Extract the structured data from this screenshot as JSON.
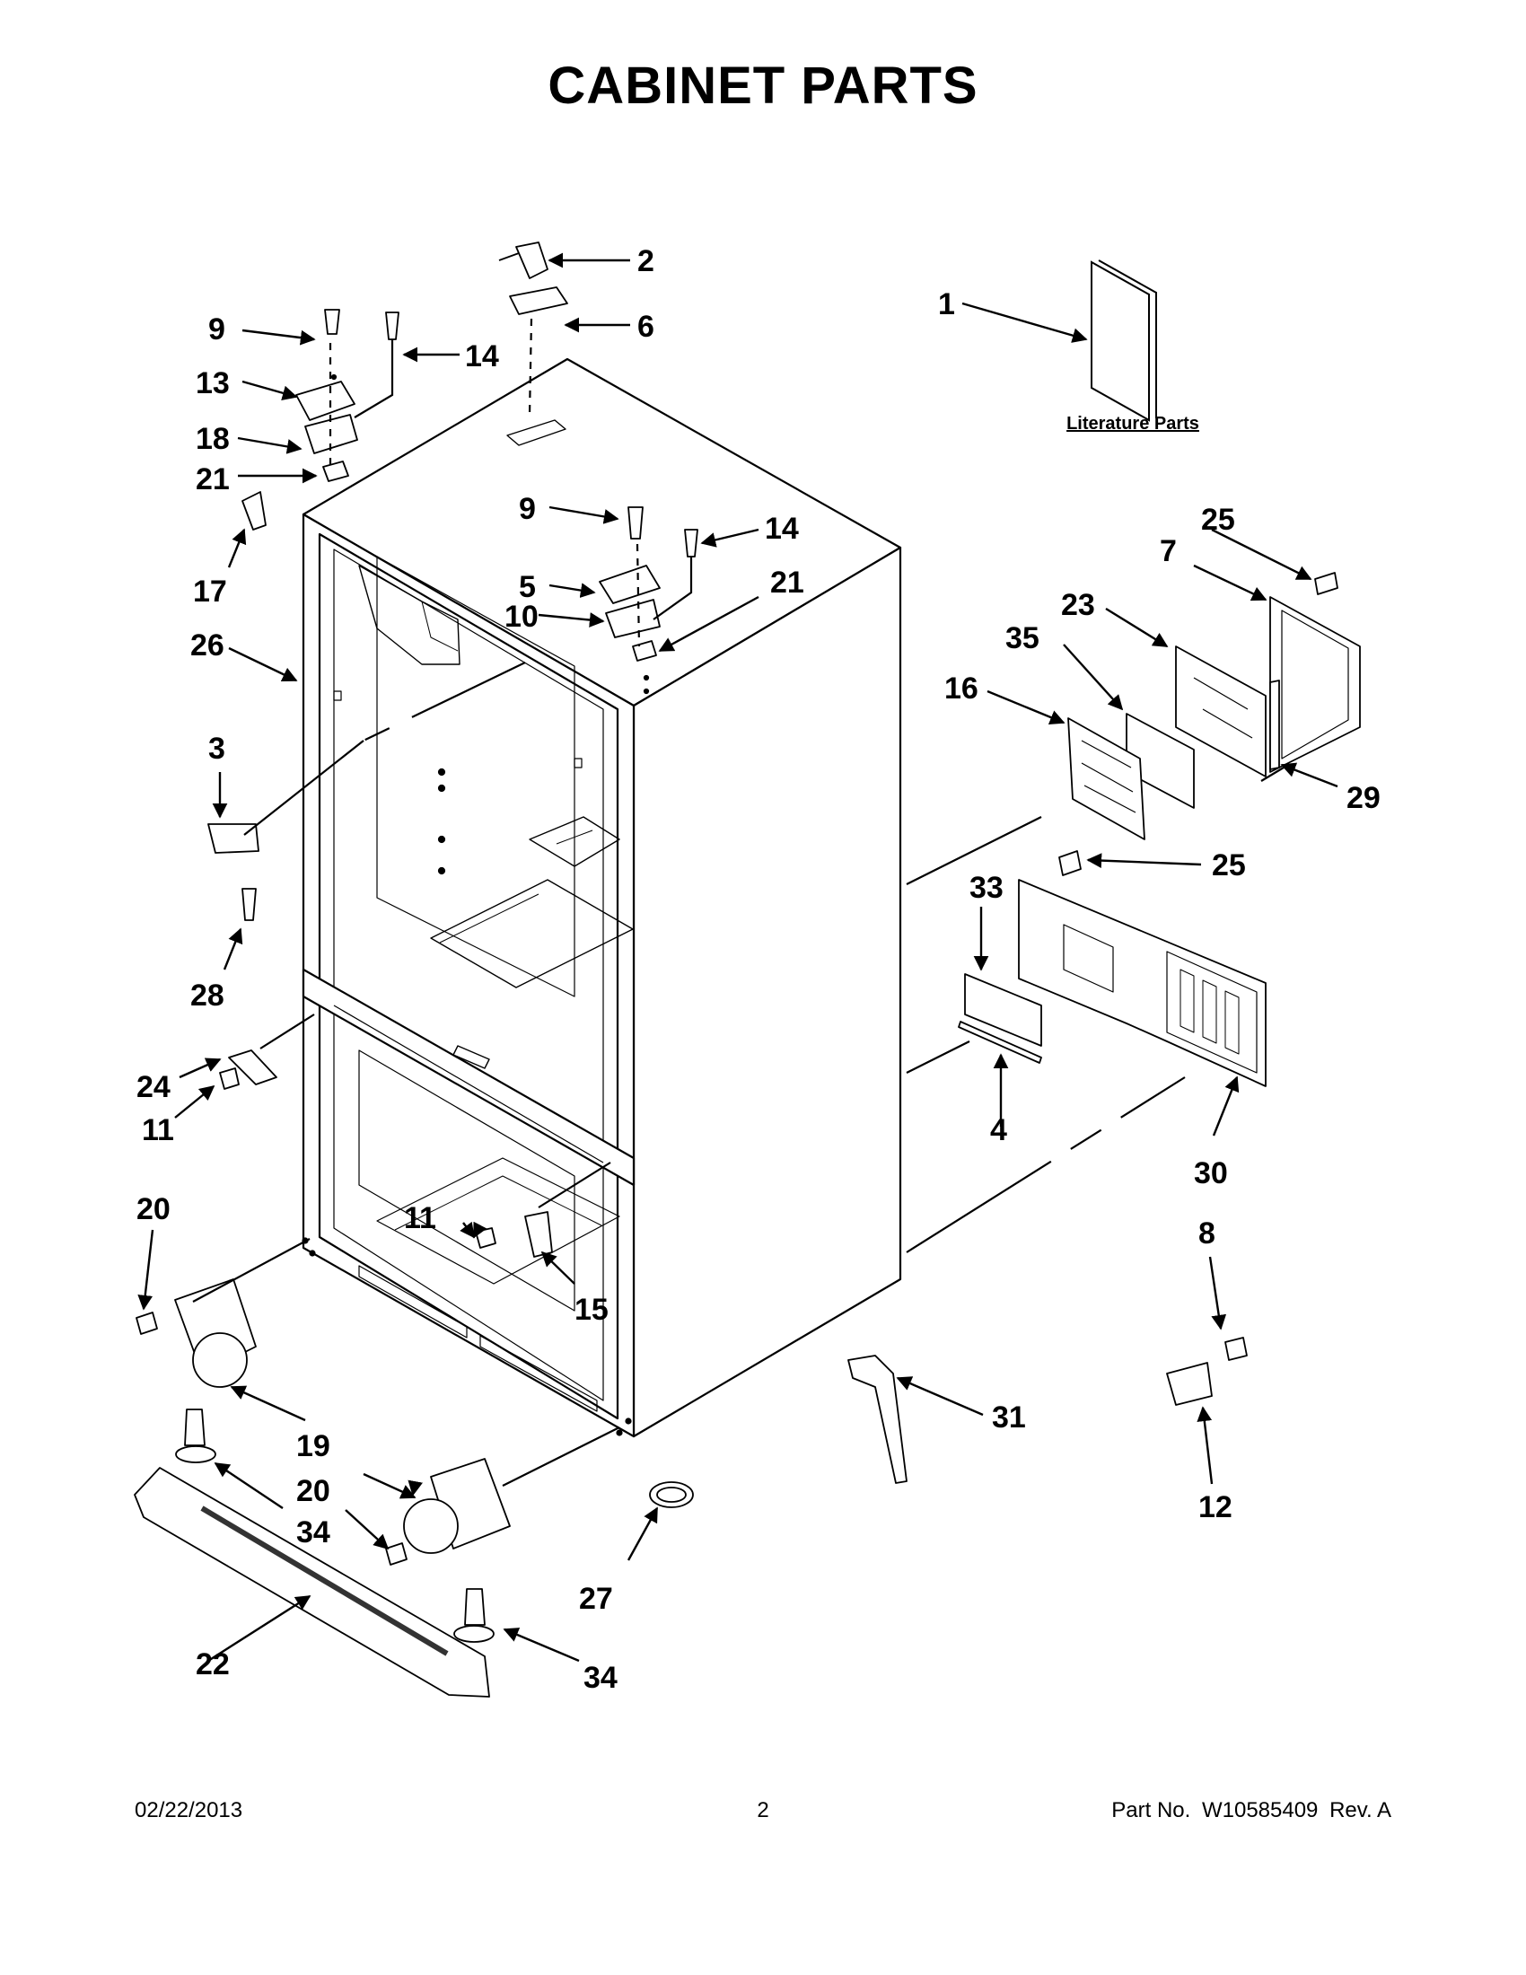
{
  "title": "CABINET PARTS",
  "literature_label": "Literature Parts",
  "callouts": [
    "1",
    "2",
    "3",
    "4",
    "5",
    "6",
    "7",
    "8",
    "9",
    "9",
    "10",
    "11",
    "11",
    "12",
    "13",
    "14",
    "14",
    "15",
    "16",
    "17",
    "18",
    "19",
    "20",
    "20",
    "21",
    "21",
    "22",
    "23",
    "24",
    "25",
    "25",
    "26",
    "27",
    "28",
    "29",
    "30",
    "31",
    "33",
    "34",
    "34",
    "35"
  ],
  "footer": {
    "date": "02/22/2013",
    "page": "2",
    "part_label": "Part No.",
    "part_number": "W10585409",
    "rev": "Rev. A"
  }
}
